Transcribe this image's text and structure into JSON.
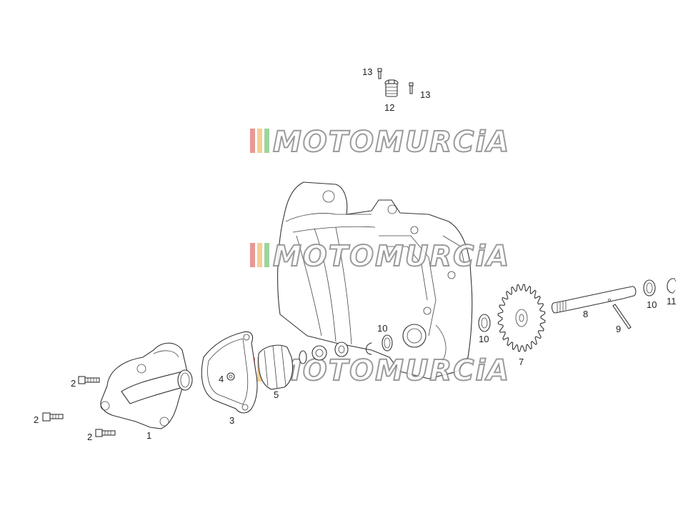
{
  "watermark": {
    "text": "MOTOMURCiA",
    "colors": [
      "#d9534f",
      "#f0ad4e",
      "#5cb85c"
    ]
  },
  "labels": {
    "p1": "1",
    "p2a": "2",
    "p2b": "2",
    "p2c": "2",
    "p3": "3",
    "p4": "4",
    "p5": "5",
    "p7": "7",
    "p8": "8",
    "p9": "9",
    "p10a": "10",
    "p10b": "10",
    "p10c": "10",
    "p11": "11",
    "p12": "12",
    "p13a": "13",
    "p13b": "13"
  }
}
